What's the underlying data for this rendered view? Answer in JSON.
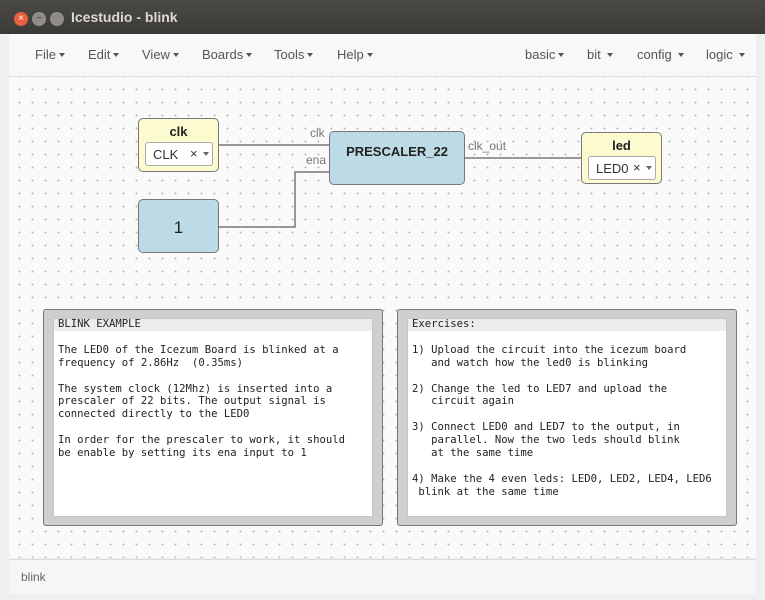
{
  "window": {
    "title": "Icestudio - blink"
  },
  "titlebar_buttons": {
    "close": "×",
    "minimize": "−",
    "maximize": ""
  },
  "menu": {
    "left": [
      "File",
      "Edit",
      "View",
      "Boards",
      "Tools",
      "Help"
    ],
    "right": [
      "basic",
      "bit",
      "config",
      "logic"
    ]
  },
  "blocks": {
    "clk_input": {
      "label": "clk",
      "pin": "CLK",
      "clear_glyph": "×"
    },
    "const_block": {
      "value": "1"
    },
    "prescaler": {
      "label": "PRESCALER_22",
      "ports": {
        "clk": "clk",
        "ena": "ena",
        "out": "clk_out"
      }
    },
    "led_output": {
      "label": "led",
      "pin": "LED0",
      "clear_glyph": "×"
    }
  },
  "notes": {
    "left": "BLINK EXAMPLE\n\nThe LED0 of the Icezum Board is blinked at a\nfrequency of 2.86Hz  (0.35ms)\n\nThe system clock (12Mhz) is inserted into a\nprescaler of 22 bits. The output signal is\nconnected directly to the LED0\n\nIn order for the prescaler to work, it should\nbe enable by setting its ena input to 1",
    "right": "Exercises:\n\n1) Upload the circuit into the icezum board\n   and watch how the led0 is blinking\n\n2) Change the led to LED7 and upload the\n   circuit again\n\n3) Connect LED0 and LED7 to the output, in\n   parallel. Now the two leds should blink\n   at the same time\n\n4) Make the 4 even leds: LED0, LED2, LED4, LED6\n blink at the same time"
  },
  "status": {
    "text": "blink"
  },
  "colors": {
    "io_block": "#fbfbcf",
    "logic_block": "#bcdbe6",
    "wire": "#777777",
    "close_button": "#e8613c"
  }
}
